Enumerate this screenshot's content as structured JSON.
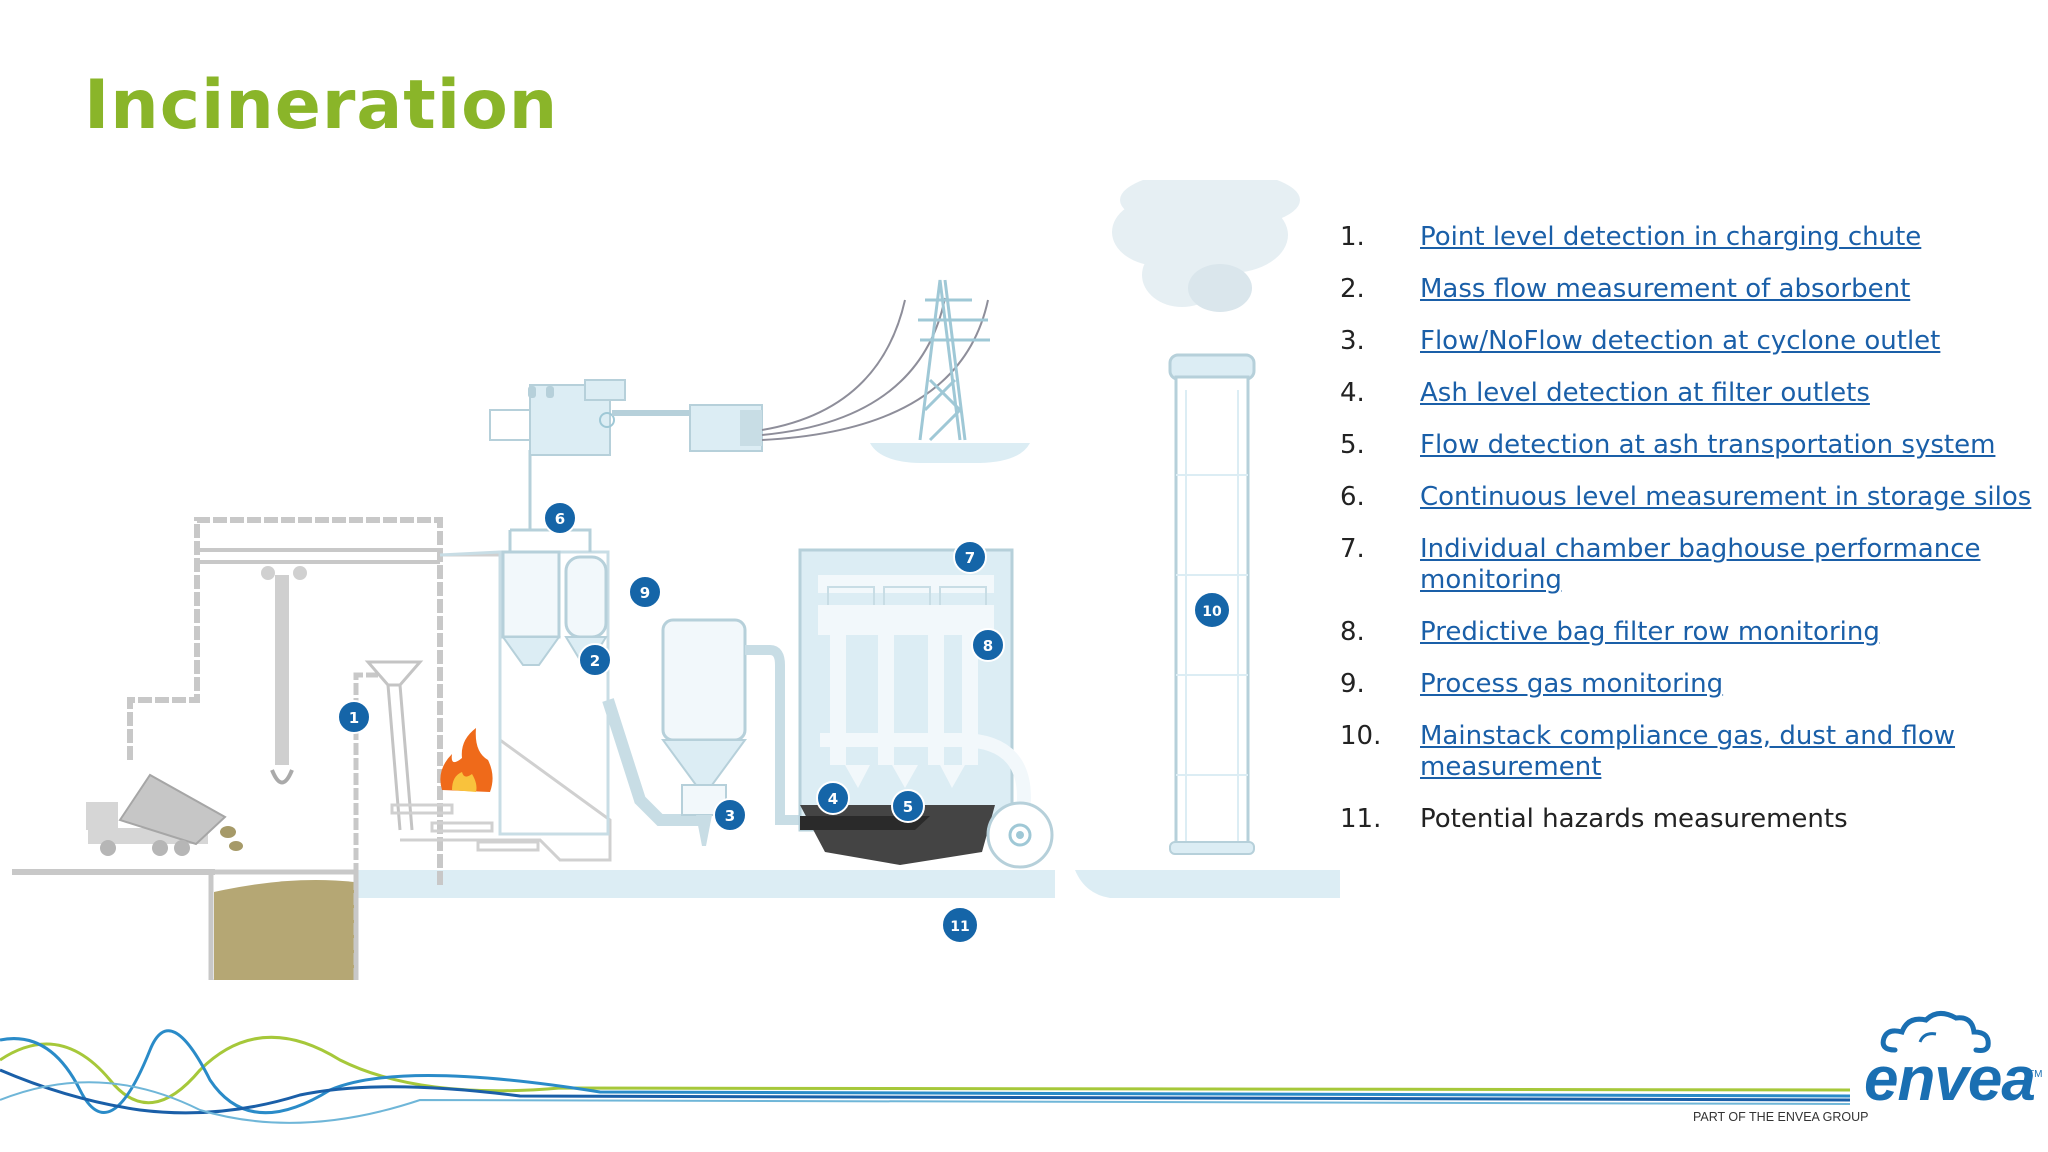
{
  "title": "Incineration",
  "legend": [
    {
      "num": "1.",
      "text": "Point level detection in charging chute",
      "link": true
    },
    {
      "num": "2.",
      "text": "Mass flow measurement of absorbent",
      "link": true
    },
    {
      "num": "3.",
      "text": "Flow/NoFlow detection at cyclone outlet",
      "link": true
    },
    {
      "num": "4.",
      "text": "Ash level detection at filter outlets",
      "link": true
    },
    {
      "num": "5.",
      "text": "Flow detection at ash transportation system",
      "link": true
    },
    {
      "num": "6.",
      "text": "Continuous level measurement in storage silos",
      "link": true
    },
    {
      "num": "7.",
      "text": "Individual chamber baghouse performance monitoring",
      "link": true
    },
    {
      "num": "8.",
      "text": "Predictive bag filter row monitoring",
      "link": true
    },
    {
      "num": "9.",
      "text": "Process gas monitoring",
      "link": true
    },
    {
      "num": "10.",
      "text": "Mainstack compliance gas, dust and flow measurement",
      "link": true
    },
    {
      "num": "11.",
      "text": "Potential hazards measurements",
      "link": false
    }
  ],
  "markers": [
    "1",
    "2",
    "3",
    "4",
    "5",
    "6",
    "7",
    "8",
    "9",
    "10",
    "11"
  ],
  "brand": {
    "name": "envea",
    "tm": "TM",
    "tagline": "PART OF THE ENVEA GROUP"
  },
  "colors": {
    "title": "#8ab529",
    "link": "#1a5fa8",
    "marker": "#1565a8",
    "equipment": "#dcedf4",
    "outline": "#9fc8d6",
    "wave_green": "#a6c83a",
    "wave_blue": "#1a6fb2"
  }
}
